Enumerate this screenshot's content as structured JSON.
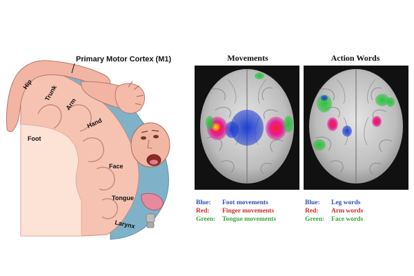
{
  "motor_cortex": {
    "title": "Primary Motor Cortex (M1)",
    "regions": {
      "hip": "Hip",
      "trunk": "Trunk",
      "arm": "Arm",
      "hand": "Hand",
      "foot": "Foot",
      "face": "Face",
      "tongue": "Tongue",
      "larynx": "Larynx"
    }
  },
  "panels": {
    "movements": {
      "title": "Movements",
      "legend": [
        {
          "key": "Blue:",
          "text": "Foot movements",
          "color": "#2f4fb3"
        },
        {
          "key": "Red:",
          "text": "Finger movements",
          "color": "#d22a2a"
        },
        {
          "key": "Green:",
          "text": "Tongue movements",
          "color": "#3aa63a"
        }
      ]
    },
    "action_words": {
      "title": "Action Words",
      "legend": [
        {
          "key": "Blue:",
          "text": "Leg words",
          "color": "#2f4fb3"
        },
        {
          "key": "Red:",
          "text": "Arm words",
          "color": "#d22a2a"
        },
        {
          "key": "Green:",
          "text": "Face words",
          "color": "#3aa63a"
        }
      ]
    }
  },
  "colors": {
    "cortex_skin": "#f6c3b3",
    "cortex_blue": "#7fb2c8",
    "brain_gray": "#c9c9c9",
    "panel_bg": "#111111"
  }
}
